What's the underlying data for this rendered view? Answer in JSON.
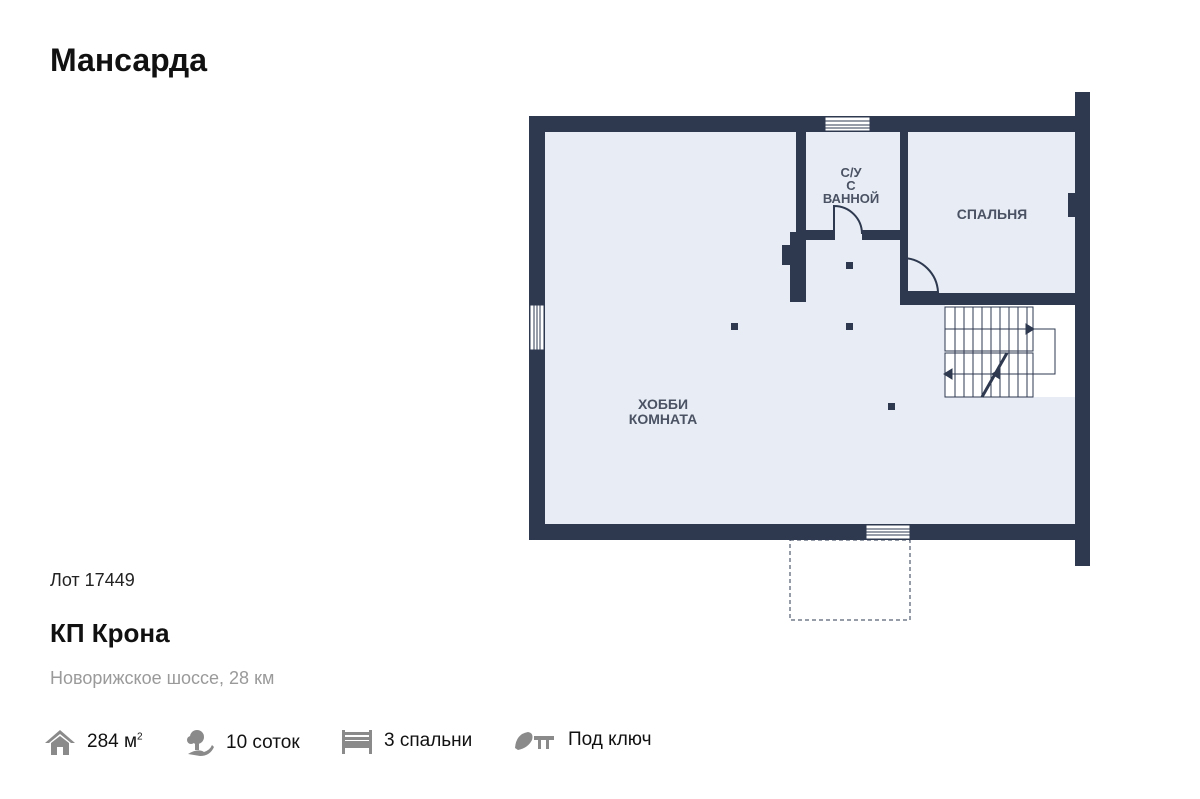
{
  "title": "Мансарда",
  "lot": "Лот 17449",
  "village": "КП Крона",
  "address": "Новорижское шоссе, 28 км",
  "features": [
    {
      "icon": "house-icon",
      "value": "284 м",
      "sup": "2"
    },
    {
      "icon": "tree-icon",
      "value": "10 соток"
    },
    {
      "icon": "bed-icon",
      "value": "3 спальни"
    },
    {
      "icon": "key-icon",
      "value": "Под ключ"
    }
  ],
  "plan": {
    "rooms": {
      "bath_l1": "С/У",
      "bath_l2": "С",
      "bath_l3": "ВАННОЙ",
      "bedroom": "СПАЛЬНЯ",
      "hobby_l1": "ХОББИ",
      "hobby_l2": "КОМНАТА"
    },
    "colors": {
      "wall": "#2e3950",
      "floor": "#e8edf5"
    }
  }
}
